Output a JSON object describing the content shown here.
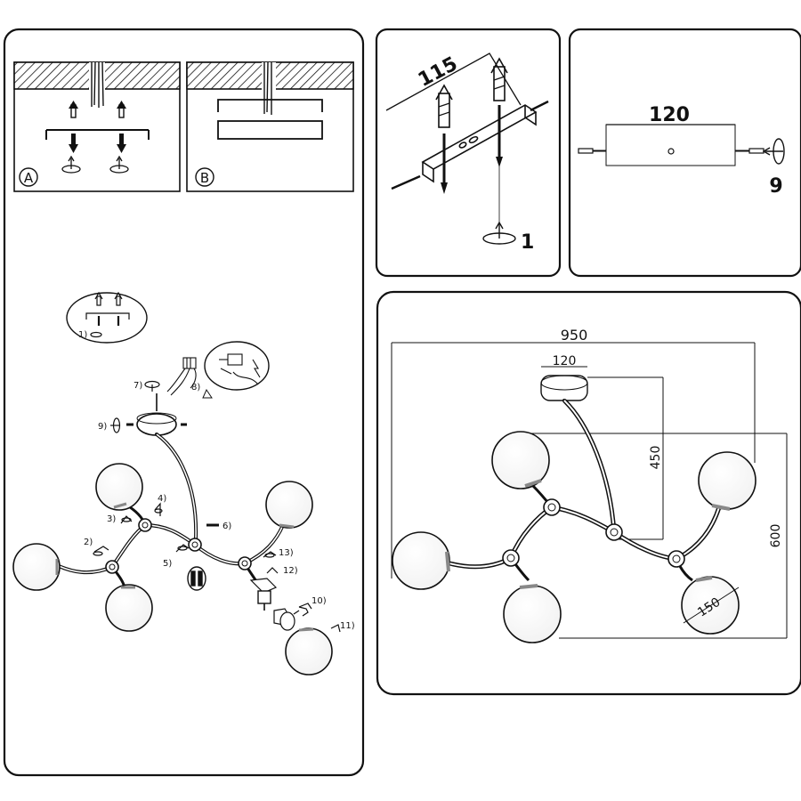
{
  "panel_ceiling": {
    "option_a_label": "A",
    "option_b_label": "B"
  },
  "panel_bracket": {
    "dimension_label": "115",
    "step_label": "1"
  },
  "panel_canopy": {
    "dimension_label": "120",
    "step_label": "9"
  },
  "panel_assembly": {
    "steps": [
      {
        "id": "s1",
        "label": "1)"
      },
      {
        "id": "s2",
        "label": "2)"
      },
      {
        "id": "s3",
        "label": "3)"
      },
      {
        "id": "s4",
        "label": "4)"
      },
      {
        "id": "s5",
        "label": "5)"
      },
      {
        "id": "s6",
        "label": "6)"
      },
      {
        "id": "s7",
        "label": "7)"
      },
      {
        "id": "s8",
        "label": "8)"
      },
      {
        "id": "s9",
        "label": "9)"
      },
      {
        "id": "s10",
        "label": "10)"
      },
      {
        "id": "s11",
        "label": "11)"
      },
      {
        "id": "s12",
        "label": "12)"
      },
      {
        "id": "s13",
        "label": "13)"
      }
    ]
  },
  "panel_dimensions": {
    "overall_width": "950",
    "canopy_width": "120",
    "drop_height": "450",
    "overall_depth": "600",
    "globe_diameter": "150"
  },
  "colors": {
    "line": "#111111",
    "hatch": "#111111",
    "background": "#ffffff",
    "globe_shade": "#888888"
  }
}
